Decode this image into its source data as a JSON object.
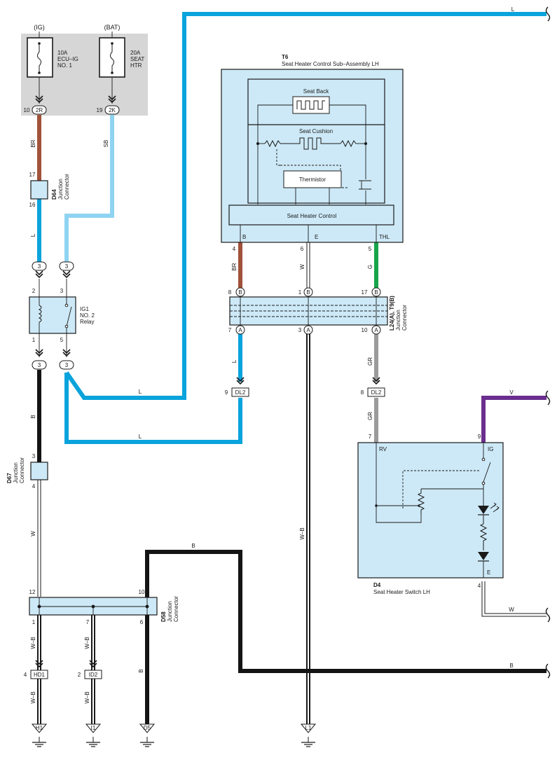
{
  "colors": {
    "L": "#0aa3dc",
    "SB": "#8fd3f2",
    "BR": "#a0523a",
    "B": "#141414",
    "G": "#17a44a",
    "GR": "#9b9b9b",
    "V": "#6b2e8e",
    "W": "#ffffff",
    "component_fill": "#cde9f7",
    "fuse_panel": "#d6d6d6"
  },
  "fuses": {
    "ig": {
      "supply": "(IG)",
      "rating": "10A",
      "line1": "ECU–IG",
      "line2": "NO. 1",
      "connector": "2R",
      "pin": "10"
    },
    "bat": {
      "supply": "(BAT)",
      "rating": "20A",
      "line1": "SEAT",
      "line2": "HTR",
      "connector": "2K",
      "pin": "19"
    }
  },
  "wire_labels": {
    "br_top": "BR",
    "sb_top": "SB",
    "l_d64": "L",
    "b_left": "B",
    "w_left": "W",
    "l_top_right": "L",
    "l_mid1": "L",
    "l_mid2": "L",
    "t6_br": "BR",
    "t6_w": "W",
    "t6_g": "G",
    "l_below7": "L",
    "gr_below10": "GR",
    "gr_d4": "GR",
    "v_right": "V",
    "w_right": "W",
    "b_right": "B",
    "b_top_mid": "B",
    "wb_l1": "W–B",
    "wb_hd1_top": "W–B",
    "wb_hd1_bot": "W–B",
    "wb_id2_top": "W–B",
    "wb_id2_bot": "W–B",
    "b_d5": "B"
  },
  "d64": {
    "id": "D64",
    "line1": "Junction",
    "line2": "Connector",
    "pin_top": "17",
    "pin_bot": "16"
  },
  "relay": {
    "line1": "IG1",
    "line2": "NO. 2",
    "line3": "Relay",
    "pin2": "2",
    "pin3": "3",
    "pin1": "1",
    "pin5": "5"
  },
  "in_connectors": {
    "c1": "3",
    "c2": "3",
    "c3": "3",
    "c4": "3"
  },
  "d67": {
    "id": "D67",
    "line1": "Junction",
    "line2": "Connector",
    "pin_top": "3",
    "pin_bot": "4"
  },
  "t6": {
    "id": "T6",
    "title": "Seat Heater Control Sub–Assembly LH",
    "seat_back": "Seat Back",
    "seat_cushion": "Seat Cushion",
    "thermistor": "Thermistor",
    "control": "Seat Heater Control",
    "term_b": "B",
    "term_e": "E",
    "term_thl": "THL",
    "pin_b": "4",
    "pin_e": "6",
    "pin_thl": "5"
  },
  "l24": {
    "id": "L24(A), T9(B)",
    "line1": "Junction",
    "line2": "Connector",
    "top": [
      {
        "pin": "8",
        "c": "B"
      },
      {
        "pin": "1",
        "c": "B"
      },
      {
        "pin": "17",
        "c": "B"
      }
    ],
    "bot": [
      {
        "pin": "7",
        "c": "A"
      },
      {
        "pin": "3",
        "c": "A"
      },
      {
        "pin": "10",
        "c": "A"
      }
    ]
  },
  "dl2_left": {
    "pin": "9",
    "name": "DL2"
  },
  "dl2_right": {
    "pin": "8",
    "name": "DL2"
  },
  "d4": {
    "id": "D4",
    "title": "Seat Heater Switch LH",
    "rv": "RV",
    "ig": "IG",
    "e": "E",
    "pin_rv": "7",
    "pin_ig": "9",
    "pin_e": "4"
  },
  "d58": {
    "id": "D58",
    "line1": "Junction",
    "line2": "Connector",
    "pin12": "12",
    "pin10": "10",
    "pin1": "1",
    "pin7": "7",
    "pin6": "6"
  },
  "bottom_connectors": {
    "hd1_pin": "4",
    "hd1": "HD1",
    "id2_pin": "2",
    "id2": "ID2"
  },
  "grounds": {
    "h1": "H1",
    "i1": "I1",
    "d5": "D5",
    "l1": "L1"
  }
}
